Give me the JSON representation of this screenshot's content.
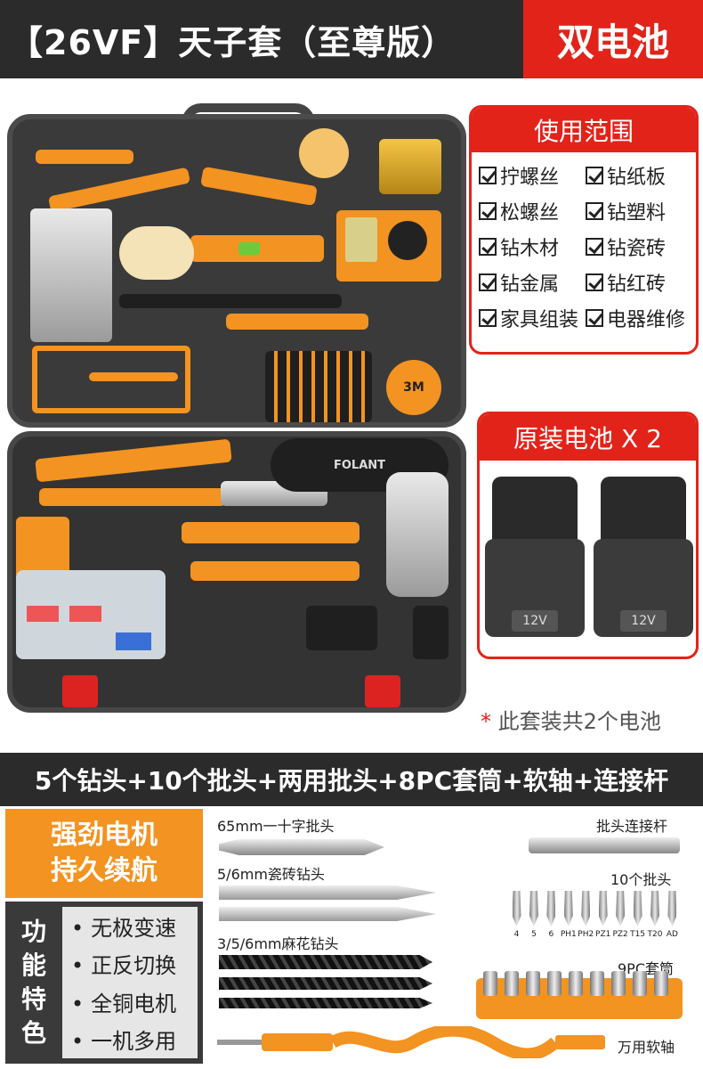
{
  "header": {
    "title": "【26VF】天子套（至尊版）",
    "badge": "双电池"
  },
  "usage": {
    "title": "使用范围",
    "items": [
      "拧螺丝",
      "钻纸板",
      "松螺丝",
      "钻塑料",
      "钻木材",
      "钻瓷砖",
      "钻金属",
      "钻红砖",
      "家具组装",
      "电器维修"
    ]
  },
  "battery": {
    "title": "原装电池 X 2",
    "label": "12V",
    "note_star": "*",
    "note": "此套装共2个电池"
  },
  "product": {
    "brand": "FOLANT",
    "tape_label": "3M"
  },
  "accessories": {
    "banner": "5个钻头+10个批头+两用批头+8PC套筒+软轴+连接杆",
    "cross_bit": "65mm一十字批头",
    "tile_bit": "5/6mm瓷砖钻头",
    "twist_bit": "3/5/6mm麻花钻头",
    "extension": "批头连接杆",
    "bits_label": "10个批头",
    "bit_codes": [
      "4",
      "5",
      "6",
      "PH1",
      "PH2",
      "PZ1",
      "PZ2",
      "T15",
      "T20",
      "AD"
    ],
    "sockets": "9PC套筒",
    "shaft": "万用软轴"
  },
  "features": {
    "motor_line1": "强劲电机",
    "motor_line2": "持久续航",
    "label_chars": [
      "功",
      "能",
      "特",
      "色"
    ],
    "items": [
      "无极变速",
      "正反切换",
      "全铜电机",
      "一机多用"
    ]
  },
  "colors": {
    "accent_red": "#e2231a",
    "accent_orange": "#f39321",
    "dark": "#2b2b2b"
  }
}
